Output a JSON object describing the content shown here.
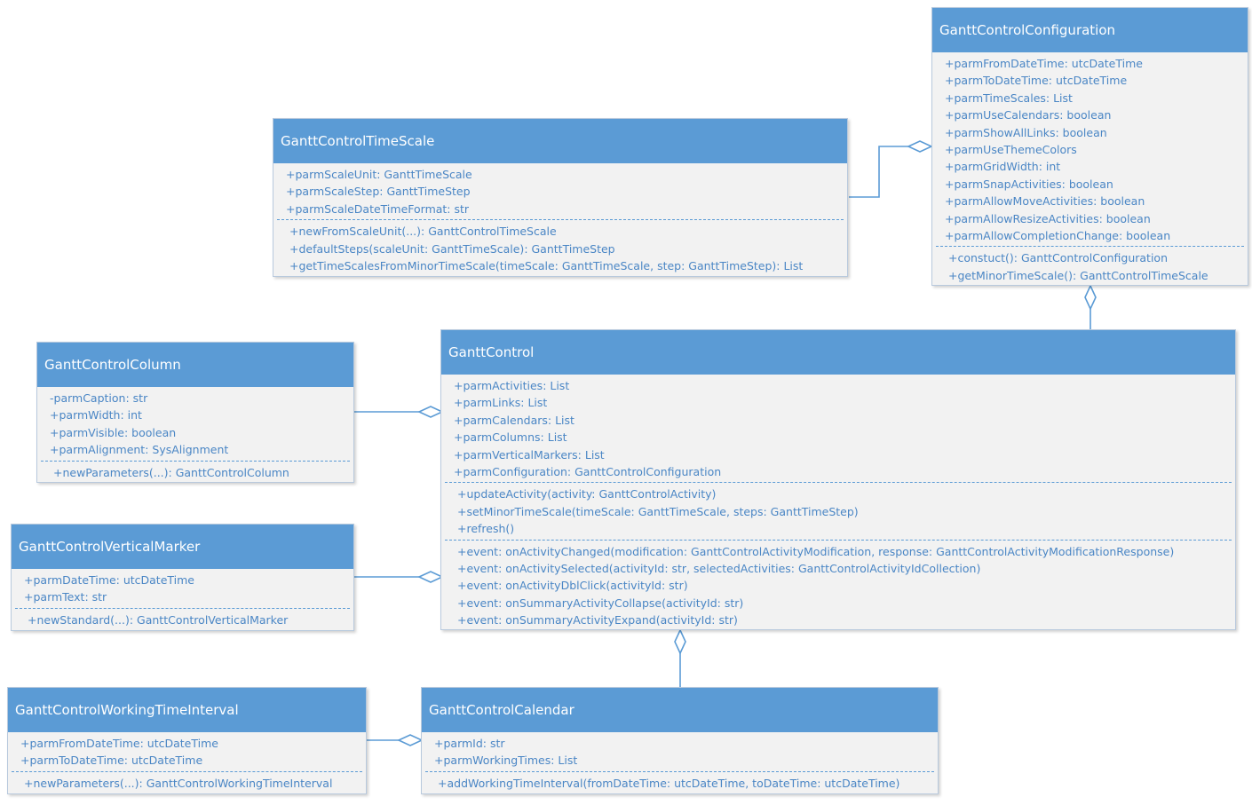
{
  "classes": {
    "timescale": {
      "name": "GanttControlTimeScale",
      "attributes": [
        "+parmScaleUnit: GanttTimeScale",
        "+parmScaleStep: GanttTimeStep",
        "+parmScaleDateTimeFormat: str"
      ],
      "methods": [
        "+newFromScaleUnit(...): GanttControlTimeScale",
        "+defaultSteps(scaleUnit: GanttTimeScale): GanttTimeStep",
        "+getTimeScalesFromMinorTimeScale(timeScale: GanttTimeScale, step: GanttTimeStep): List"
      ]
    },
    "configuration": {
      "name": "GanttControlConfiguration",
      "attributes": [
        "+parmFromDateTime: utcDateTime",
        "+parmToDateTime: utcDateTime",
        "+parmTimeScales: List",
        "+parmUseCalendars: boolean",
        "+parmShowAllLinks: boolean",
        "+parmUseThemeColors",
        "+parmGridWidth: int",
        "+parmSnapActivities: boolean",
        "+parmAllowMoveActivities: boolean",
        "+parmAllowResizeActivities: boolean",
        "+parmAllowCompletionChange: boolean"
      ],
      "methods": [
        "+constuct(): GanttControlConfiguration",
        "+getMinorTimeScale(): GanttControlTimeScale"
      ]
    },
    "column": {
      "name": "GanttControlColumn",
      "attributes": [
        "-parmCaption: str",
        "+parmWidth: int",
        "+parmVisible: boolean",
        "+parmAlignment: SysAlignment"
      ],
      "methods": [
        "+newParameters(...): GanttControlColumn"
      ]
    },
    "control": {
      "name": "GanttControl",
      "attributes": [
        "+parmActivities: List",
        "+parmLinks: List",
        "+parmCalendars: List",
        "+parmColumns: List",
        "+parmVerticalMarkers: List",
        "+parmConfiguration: GanttControlConfiguration"
      ],
      "methods": [
        "+updateActivity(activity: GanttControlActivity)",
        "+setMinorTimeScale(timeScale: GanttTimeScale, steps: GanttTimeStep)",
        "+refresh()"
      ],
      "events": [
        "+event: onActivityChanged(modification: GanttControlActivityModification, response: GanttControlActivityModificationResponse)",
        "+event: onActivitySelected(activityId: str, selectedActivities: GanttControlActivityIdCollection)",
        "+event: onActivityDblClick(activityId: str)",
        "+event: onSummaryActivityCollapse(activityId: str)",
        "+event: onSummaryActivityExpand(activityId: str)"
      ]
    },
    "marker": {
      "name": "GanttControlVerticalMarker",
      "attributes": [
        "+parmDateTime: utcDateTime",
        "+parmText: str"
      ],
      "methods": [
        "+newStandard(...): GanttControlVerticalMarker"
      ]
    },
    "interval": {
      "name": "GanttControlWorkingTimeInterval",
      "attributes": [
        "+parmFromDateTime: utcDateTime",
        "+parmToDateTime: utcDateTime"
      ],
      "methods": [
        "+newParameters(...): GanttControlWorkingTimeInterval"
      ]
    },
    "calendar": {
      "name": "GanttControlCalendar",
      "attributes": [
        "+parmId: str",
        "+parmWorkingTimes: List"
      ],
      "methods": [
        "+addWorkingTimeInterval(fromDateTime: utcDateTime, toDateTime: utcDateTime)"
      ]
    }
  },
  "colors": {
    "header": "#5b9bd5",
    "body": "#f2f2f2",
    "text": "#4a86c5",
    "line": "#5b9bd5"
  }
}
